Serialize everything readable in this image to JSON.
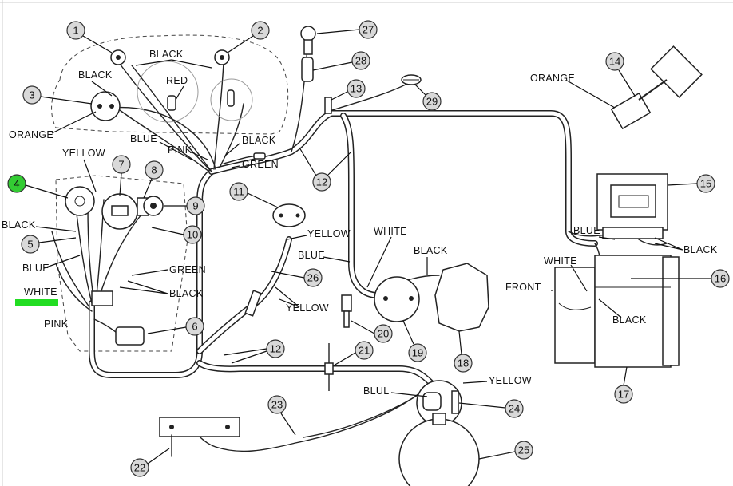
{
  "labels": {
    "black": "BLACK",
    "red": "RED",
    "orange": "ORANGE",
    "yellow": "YELLOW",
    "blue": "BLUE",
    "pink": "PINK",
    "green": "GREEN",
    "white": "WHITE",
    "front": "FRONT",
    "blul": "BLUL"
  },
  "callouts": {
    "c1": "1",
    "c2": "2",
    "c3": "3",
    "c4": "4",
    "c5": "5",
    "c6": "6",
    "c7": "7",
    "c8": "8",
    "c9": "9",
    "c10": "10",
    "c11": "11",
    "c12a": "12",
    "c12b": "12",
    "c13": "13",
    "c14": "14",
    "c15": "15",
    "c16": "16",
    "c17": "17",
    "c18": "18",
    "c19": "19",
    "c20": "20",
    "c21": "21",
    "c22": "22",
    "c23": "23",
    "c24": "24",
    "c25": "25",
    "c26": "26",
    "c27": "27",
    "c28": "28",
    "c29": "29"
  },
  "highlight": {
    "callout_color": "#33cc33",
    "underline_color": "#22dd22"
  }
}
